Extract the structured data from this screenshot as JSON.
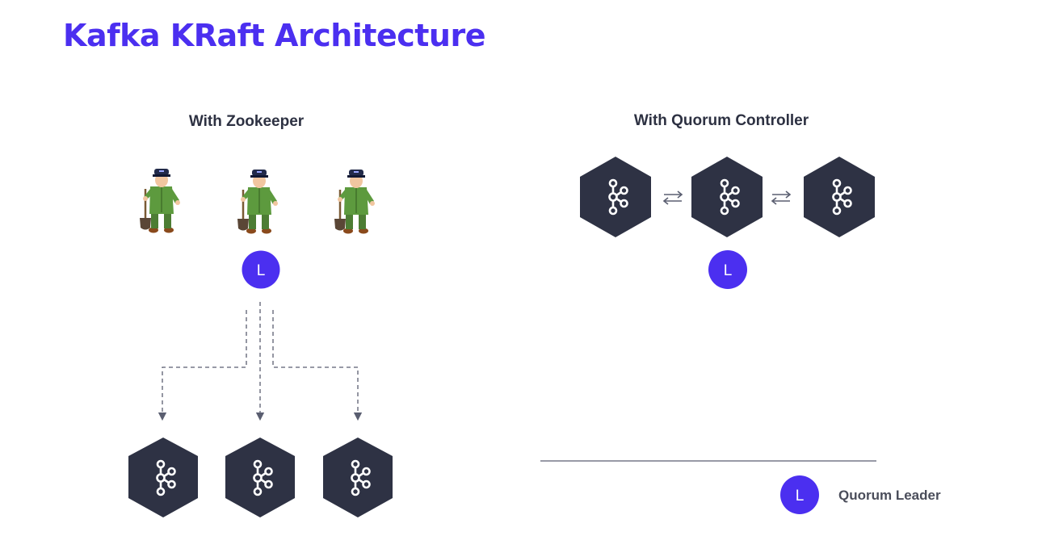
{
  "title": "Kafka KRaft Architecture",
  "zookeeper_section": {
    "heading": "With Zookeeper",
    "zookeeper_nodes": 3,
    "leader_badge": "L",
    "broker_nodes": 3
  },
  "quorum_section": {
    "heading": "With Quorum Controller",
    "controller_nodes": 3,
    "leader_badge": "L"
  },
  "legend": {
    "badge": "L",
    "label": "Quorum Leader"
  },
  "colors": {
    "title": "#4b2ff0",
    "leader_badge": "#4b2ff0",
    "node": "#2e3244",
    "connector": "#5a5e70",
    "text": "#2d3142"
  },
  "icons": {
    "broker": "kafka-logo-icon",
    "zookeeper": "zookeeper-keeper-icon",
    "sync": "bidirectional-arrows-icon"
  }
}
